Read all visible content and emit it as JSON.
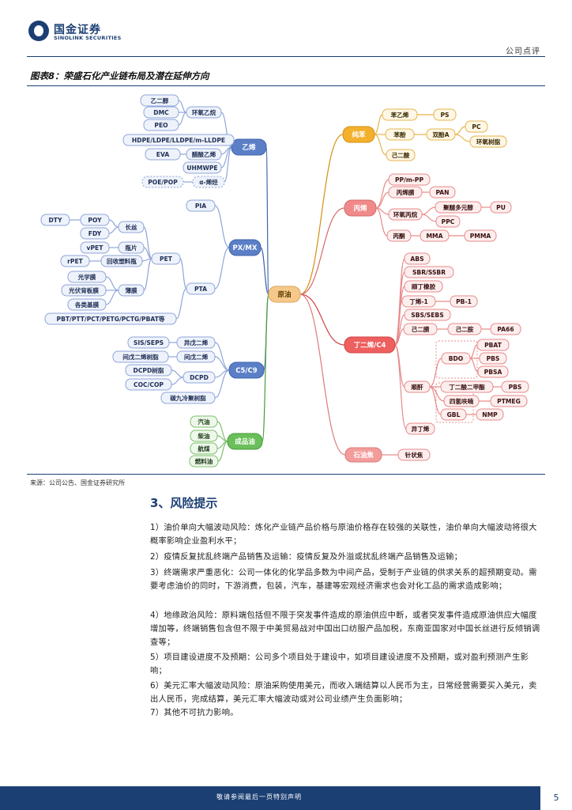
{
  "header": {
    "company_cn": "国金证券",
    "company_en": "SINOLINK SECURITIES",
    "doc_type": "公司点评"
  },
  "figure": {
    "title": "图表8：荣盛石化产业链布局及潜在延伸方向",
    "source": "来源：公司公告、国金证券研究所",
    "nodes": {
      "root": "原油",
      "ethylene": "乙烯",
      "eg": "乙二醇",
      "dmc": "DMC",
      "peo": "PEO",
      "eo": "环氧乙烷",
      "pe": "HDPE/LDPE/LLDPE/m-LLDPE",
      "eva": "EVA",
      "va": "醋酸乙烯",
      "uhmwpe": "UHMWPE",
      "poe": "POE/POP",
      "ao": "α-烯烃",
      "px": "PX/MX",
      "pia": "PIA",
      "pet": "PET",
      "pta": "PTA",
      "dty": "DTY",
      "poy": "POY",
      "fdy": "FDY",
      "fiber": "长丝",
      "vpet": "vPET",
      "chip": "瓶片",
      "rpet": "rPET",
      "recycle": "回收塑料瓶",
      "optical": "光学膜",
      "pv": "光伏背板膜",
      "basefilm": "各类基膜",
      "film": "薄膜",
      "pbt": "PBT/PTT/PCT/PETG/PCTG/PBAT等",
      "c5": "C5/C9",
      "sis": "SIS/SEPS",
      "isoprene": "异戊二烯",
      "cpd_resin": "间戊二烯树脂",
      "cpd": "间戊二烯",
      "dcpd_resin": "DCPD树脂",
      "coc": "COC/COP",
      "dcpd": "DCPD",
      "c9resin": "碳九冷聚树脂",
      "oil": "成品油",
      "gasoline": "汽油",
      "diesel": "柴油",
      "jet": "航煤",
      "fuel": "燃料油",
      "aromatics": "纯苯",
      "styrene": "苯乙烯",
      "ps": "PS",
      "phenol": "苯酚",
      "bpa": "双酚A",
      "pc": "PC",
      "epoxy": "环氧树脂",
      "cyclohexane": "己二酸",
      "propylene": "丙烯",
      "pp": "PP/m-PP",
      "an": "丙烯腈",
      "pan": "PAN",
      "po": "环氧丙烷",
      "polyether": "聚醚多元醇",
      "pu": "PU",
      "ppc": "PPC",
      "acetone": "丙酮",
      "mma": "MMA",
      "pmma": "PMMA",
      "butadiene": "丁二烯/C4",
      "abs": "ABS",
      "sbr": "SBR/SSBR",
      "nbr": "顺丁橡胶",
      "butene": "丁烯-1",
      "pb1": "PB-1",
      "sbs": "SBS/SEBS",
      "hmda": "己二腈",
      "adipic": "己二胺",
      "pa66": "PA66",
      "bdo": "BDO",
      "pbat": "PBAT",
      "pbs1": "PBS",
      "pbsa": "PBSA",
      "maleic": "顺酐",
      "bdoacid": "丁二酸二甲酯",
      "pbs2": "PBS",
      "thf": "四氢呋喃",
      "ptmeg": "PTMEG",
      "gbl": "GBL",
      "nmp": "NMP",
      "isobutene": "异丁烯",
      "coke": "石油焦",
      "needle": "针状焦"
    }
  },
  "section": {
    "title": "3、风险提示",
    "items": [
      "1）油价单向大幅波动风险：炼化产业链产品价格与原油价格存在较强的关联性，油价单向大幅波动将很大概率影响企业盈利水平；",
      "2）疫情反复扰乱终端产品销售及运输：疫情反复及外溢或扰乱终端产品销售及运输；",
      "3）终端需求严重恶化：公司一体化的化学品多数为中间产品，受制于产业链的供求关系的超预期变动。需要考虑油价的同时，下游消费，包装，汽车，基建等宏观经济需求也会对化工品的需求造成影响；",
      "4）地缘政治风险：原料端包括但不限于突发事件造成的原油供应中断，或者突发事件造成原油供应大幅度增加等，终端销售包含但不限于中美贸易战对中国出口纺服产品加税，东南亚国家对中国长丝进行反倾销调查等；",
      "5）项目建设进度不及预期：公司多个项目处于建设中，如项目建设进度不及预期，或对盈利预测产生影响；",
      "6）美元汇率大幅波动风险：原油采购使用美元，而收入端结算以人民币为主，日常经营需要买入美元，卖出人民币，完成结算，美元汇率大幅波动或对公司业绩产生负面影响；",
      "7）其他不可抗力影响。"
    ]
  },
  "footer": {
    "text": "敬请参阅最后一页特别声明",
    "page": "5"
  },
  "colors": {
    "brand": "#1b3f73",
    "root_fill": "#f6c98a",
    "ethylene_fill": "#5b7fc7",
    "c5_fill": "#6f86c9",
    "px_fill": "#6f86c9",
    "oil_fill": "#6abf5a",
    "aromatics_fill": "#f3b02d",
    "propylene_fill": "#f08a8a",
    "butadiene_fill": "#ee5f5f",
    "coke_fill": "#f39c9c"
  }
}
